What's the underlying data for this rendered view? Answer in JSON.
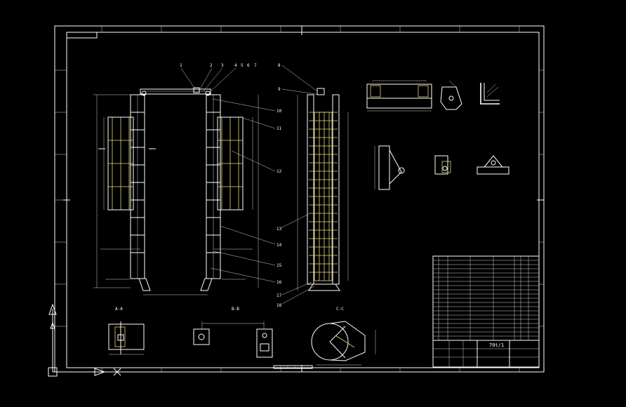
{
  "colors": {
    "background": "#000000",
    "line": "#ffffff",
    "hatch": "#e6d870"
  },
  "section_labels": {
    "aa": "A-A",
    "bb": "B-B",
    "cc": "C-C"
  },
  "title_block": {
    "drawing_title": "70t/1"
  },
  "balloons": [
    "1",
    "2",
    "3",
    "4",
    "5",
    "6",
    "7",
    "8",
    "9",
    "10",
    "11",
    "12",
    "13",
    "14",
    "15",
    "16",
    "17",
    "18"
  ],
  "icons": {
    "ucs": "ucs-axis-icon"
  }
}
